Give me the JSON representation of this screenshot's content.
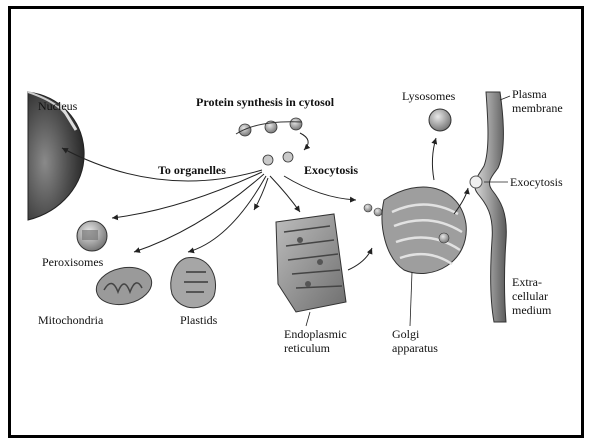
{
  "figure": {
    "title": "Protein synthesis in cytosol",
    "labels": {
      "nucleus": "Nucleus",
      "to_organelles": "To organelles",
      "exocytosis_top": "Exocytosis",
      "lysosomes": "Lysosomes",
      "plasma_line1": "Plasma",
      "plasma_line2": "membrane",
      "exocytosis_right": "Exocytosis",
      "peroxisomes": "Peroxisomes",
      "mitochondria": "Mitochondria",
      "plastids": "Plastids",
      "er_line1": "Endoplasmic",
      "er_line2": "reticulum",
      "golgi_line1": "Golgi",
      "golgi_line2": "apparatus",
      "extra_line1": "Extra-",
      "extra_line2": "cellular",
      "extra_line3": "medium"
    }
  },
  "colors": {
    "frame": "#000000",
    "arrow": "#222222",
    "membrane_dark": "#555555",
    "membrane_light": "#bcbcbc",
    "organelle": "#9a9a9a"
  }
}
